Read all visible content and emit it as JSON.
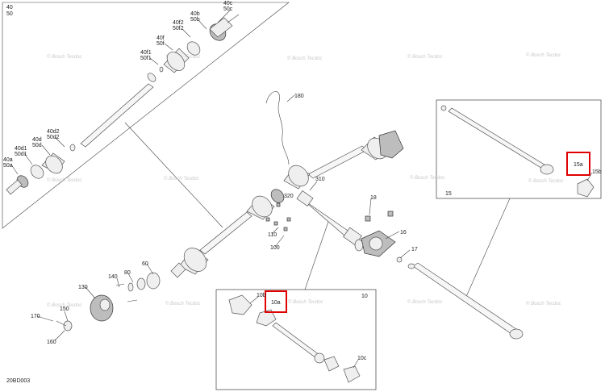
{
  "diagram_code": "20BD003",
  "watermark_text": "© Bosch Tecdoc",
  "watermarks": [
    "wm1",
    "wm2",
    "wm3",
    "wm4",
    "wm5",
    "wm6",
    "wm7",
    "wm8",
    "wm9",
    "wm10",
    "wm11",
    "wm12",
    "wm13"
  ],
  "labels": {
    "l40": "40",
    "l50": "50",
    "l40c": "40c",
    "l50c": "50c",
    "l40b": "40b",
    "l50b": "50b",
    "l40f2": "40f2",
    "l50f2": "50f2",
    "l40f": "40f",
    "l50f": "50f",
    "l40f1": "40f1",
    "l50f1": "50f1",
    "l40d2": "40d2",
    "l50d2": "50d2",
    "l40d": "40d",
    "l50d": "50d",
    "l40d1": "40d1",
    "l50d1": "50d1",
    "l40a": "40a",
    "l50a": "50a",
    "l180": "180",
    "l310": "310",
    "l320": "320",
    "l18": "18",
    "l16": "16",
    "l17": "17",
    "l110": "110",
    "l100": "100",
    "l60": "60",
    "l80": "80",
    "l140": "140",
    "l130": "130",
    "l150": "150",
    "l170": "170",
    "l160": "160",
    "l15": "15",
    "l15a": "15a",
    "l15b": "15b",
    "l10": "10",
    "l10b": "10b",
    "l10a": "10a",
    "l10c": "10c"
  }
}
